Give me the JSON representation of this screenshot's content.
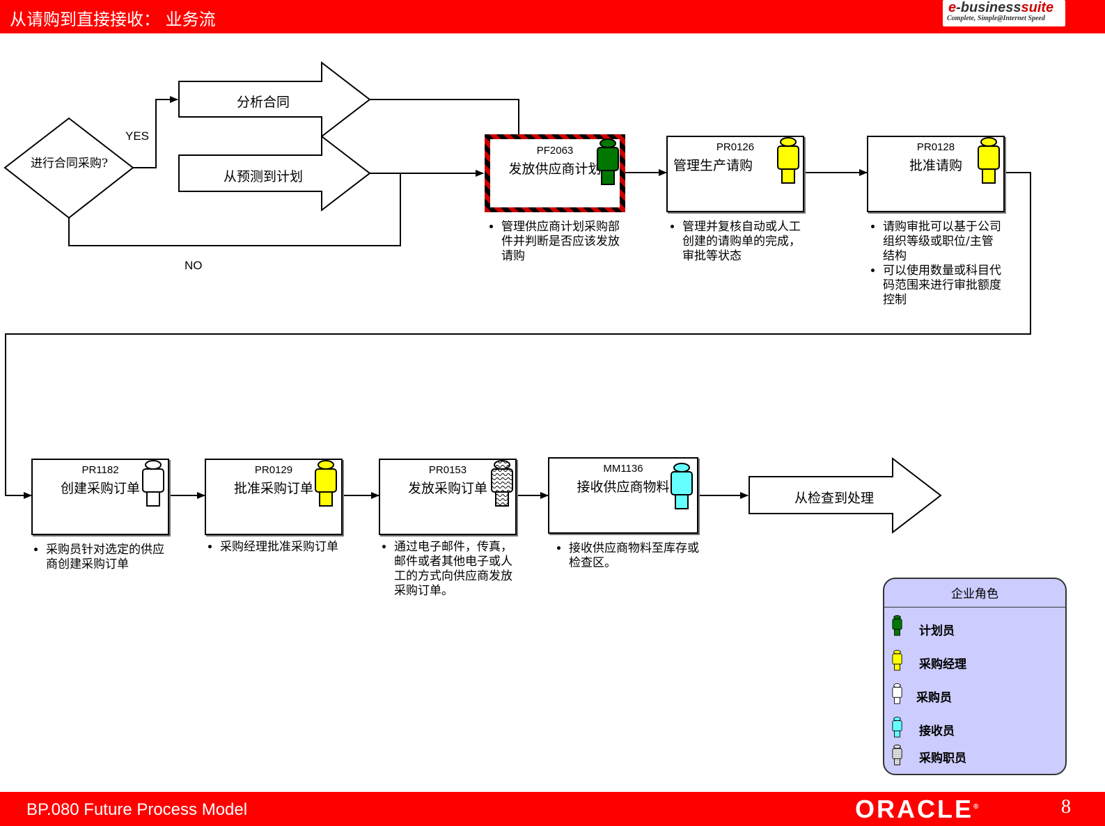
{
  "header": {
    "title": "从请购到直接接收： 业务流"
  },
  "logo": {
    "prefix": "e",
    "brand": "-business",
    "brand_accent": "suite",
    "tagline": "Complete, Simple@Internet Speed"
  },
  "footer": {
    "text": "BP.080 Future Process Model",
    "brand": "ORACLE",
    "page": "8"
  },
  "decision": {
    "label": "进行合同采购?",
    "yes": "YES",
    "no": "NO"
  },
  "arrows": {
    "contract": "分析合同",
    "forecast": "从预测到计划",
    "inspect": "从检查到处理"
  },
  "steps": [
    {
      "code": "PF2063",
      "name": "发放供应商计划",
      "role": "计划员",
      "notes": [
        "管理供应商计划采购部件并判断是否应该发放请购"
      ]
    },
    {
      "code": "PR0126",
      "name": "管理生产请购",
      "role": "采购经理",
      "notes": [
        "管理并复核自动或人工创建的请购单的完成，审批等状态"
      ]
    },
    {
      "code": "PR0128",
      "name": "批准请购",
      "role": "采购经理",
      "notes": [
        "请购审批可以基于公司组织等级或职位/主管结构",
        "可以使用数量或科目代码范围来进行审批额度控制"
      ]
    },
    {
      "code": "PR1182",
      "name": "创建采购订单",
      "role": "采购员",
      "notes": [
        "采购员针对选定的供应商创建采购订单"
      ]
    },
    {
      "code": "PR0129",
      "name": "批准采购订单",
      "role": "采购经理",
      "notes": [
        "采购经理批准采购订单"
      ]
    },
    {
      "code": "PR0153",
      "name": "发放采购订单",
      "role": "采购职员",
      "notes": [
        "通过电子邮件，传真，邮件或者其他电子或人工的方式向供应商发放采购订单。"
      ]
    },
    {
      "code": "MM1136",
      "name": "接收供应商物料",
      "role": "接收员",
      "notes": [
        "接收供应商物料至库存或检查区。"
      ]
    }
  ],
  "legend": {
    "title": "企业角色",
    "items": [
      {
        "label": "计划员",
        "color": "#007700"
      },
      {
        "label": "采购经理",
        "color": "#ffff00"
      },
      {
        "label": "采购员",
        "color": "#ffffff"
      },
      {
        "label": "接收员",
        "color": "#66ffff"
      },
      {
        "label": "采购职员",
        "color": "#ffffff"
      }
    ]
  },
  "colors": {
    "brand_red": "#ff0000",
    "hazard_red": "#cc0000",
    "legend_bg": "#ccccff"
  }
}
